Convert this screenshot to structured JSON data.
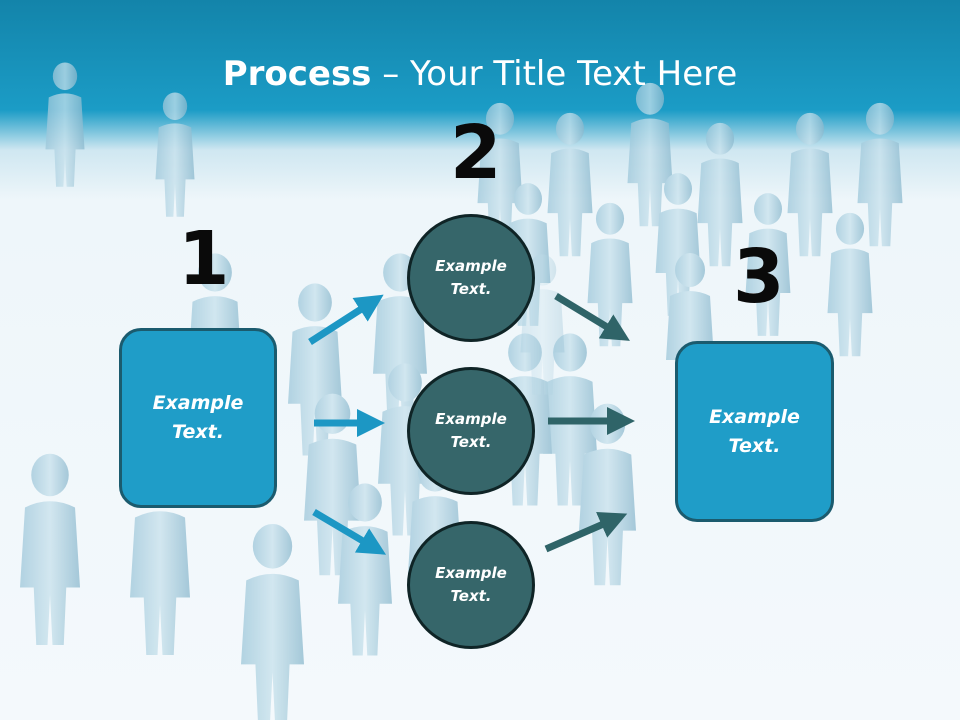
{
  "slide": {
    "title_bold": "Process",
    "title_rest": " – Your Title Text Here",
    "step_numbers": [
      "1",
      "2",
      "3"
    ],
    "box_left": "Example\nText.",
    "box_right": "Example\nText.",
    "circles": [
      "Example\nText.",
      "Example\nText.",
      "Example\nText."
    ]
  },
  "colors": {
    "header_blue": "#1b9cc6",
    "box_fill": "#1f9dc8",
    "circle_fill": "#36666a",
    "arrow_blue": "#1c97c4",
    "arrow_dark": "#2f6468"
  }
}
